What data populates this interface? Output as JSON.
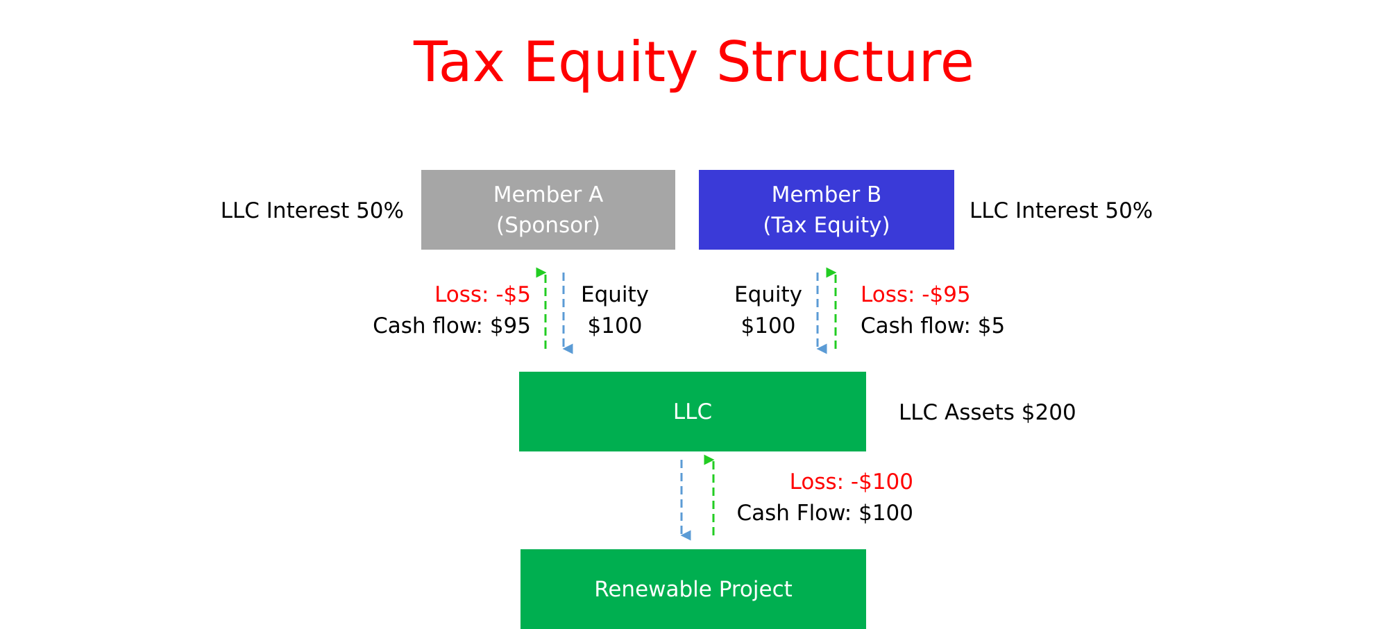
{
  "title": "Tax Equity Structure",
  "colors": {
    "title": "#ff0000",
    "member_a": "#a6a6a6",
    "member_b": "#3a3ad8",
    "llc": "#00af50",
    "project": "#00af50",
    "loss_text": "#ff0000",
    "arrow_equity": "#5b9bd5",
    "arrow_return": "#22cc22"
  },
  "nodes": {
    "member_a": {
      "line1": "Member A",
      "line2": "(Sponsor)"
    },
    "member_b": {
      "line1": "Member B",
      "line2": "(Tax Equity)"
    },
    "llc": {
      "label": "LLC"
    },
    "project": {
      "label": "Renewable Project"
    }
  },
  "labels": {
    "interest_a": "LLC Interest 50%",
    "interest_b": "LLC Interest 50%",
    "llc_assets": "LLC Assets $200"
  },
  "flows": {
    "a": {
      "loss": "Loss: -$5",
      "cash_flow": "Cash flow: $95",
      "equity_line1": "Equity",
      "equity_line2": "$100"
    },
    "b": {
      "equity_line1": "Equity",
      "equity_line2": "$100",
      "loss": "Loss: -$95",
      "cash_flow": "Cash flow: $5"
    },
    "project": {
      "loss": "Loss: -$100",
      "cash_flow": "Cash Flow: $100"
    }
  }
}
